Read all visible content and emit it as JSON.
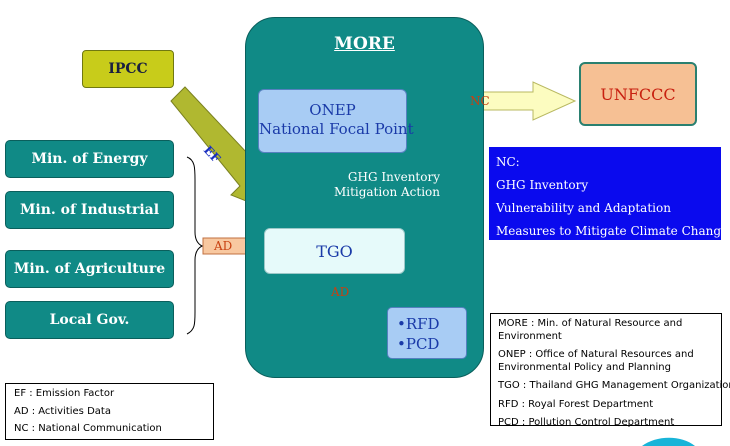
{
  "colors": {
    "teal": "#108a86",
    "ipcc_fill": "#c8cc1a",
    "arrow_olive": "#b0b830",
    "onep_fill": "#a8ccf4",
    "tgo_fill": "#e6fafa",
    "unfccc_fill": "#f6c094",
    "nc_box": "#0a0aee",
    "ad_arrow": "#f8c8a0",
    "nc_arrow": "#fcfcc0",
    "curved_arrow": "#f8fcc0"
  },
  "more": {
    "title": "MORE"
  },
  "ipcc": {
    "label": "IPCC"
  },
  "ef_arrow": {
    "label": "EF"
  },
  "onep": {
    "line1": "ONEP",
    "line2": "National Focal Point"
  },
  "ghg_label": {
    "line1": "GHG Inventory",
    "line2": "Mitigation Action"
  },
  "tgo": {
    "label": "TGO"
  },
  "nc_arrow": {
    "label": "NC"
  },
  "unfccc": {
    "label": "UNFCCC"
  },
  "nc_box": {
    "heading": "NC:",
    "items": [
      "GHG Inventory",
      "Vulnerability and Adaptation",
      "Measures to Mitigate Climate Change"
    ]
  },
  "ministries": [
    "Min. of Energy",
    "Min. of Industrial",
    "Min. of Agriculture",
    "Local Gov."
  ],
  "ad_left": {
    "label": "AD"
  },
  "ad_bottom": {
    "label": "AD"
  },
  "rfd_pcd": {
    "items": [
      "RFD",
      "PCD"
    ],
    "bullet": "•"
  },
  "legend_left": [
    "EF : Emission Factor",
    "AD : Activities Data",
    "NC : National Communication"
  ],
  "legend_right": [
    "MORE : Min. of Natural Resource and",
    "Environment",
    "ONEP : Office of Natural Resources and",
    "Environmental Policy and Planning",
    "TGO : Thailand GHG Management Organization",
    "RFD : Royal Forest Department",
    "PCD : Pollution Control Department"
  ]
}
